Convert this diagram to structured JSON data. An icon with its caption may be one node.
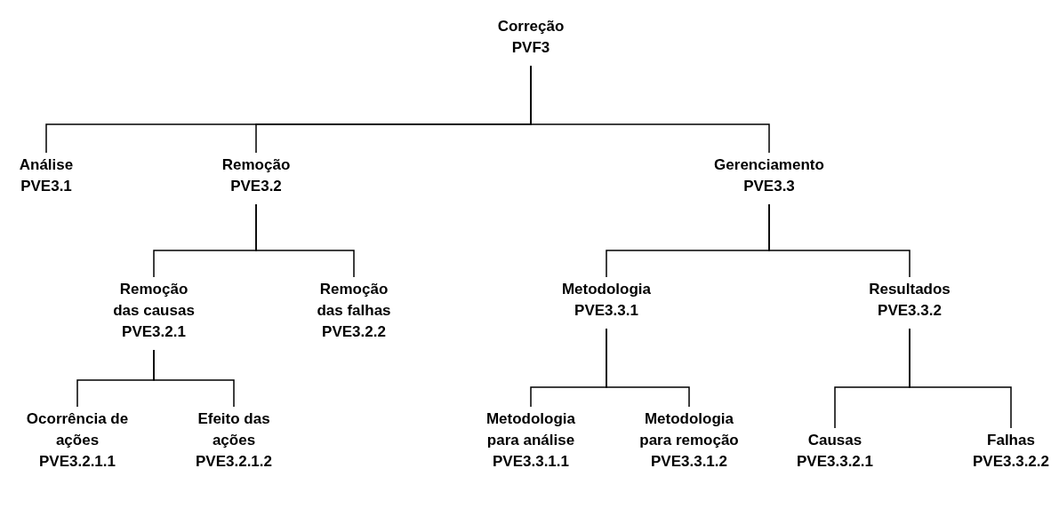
{
  "diagram": {
    "nodes": [
      {
        "text": [
          "Correção",
          "PVF3"
        ]
      },
      {
        "text": [
          "Análise",
          "PVE3.1"
        ]
      },
      {
        "text": [
          "Remoção",
          "PVE3.2"
        ]
      },
      {
        "text": [
          "Gerenciamento",
          "PVE3.3"
        ]
      },
      {
        "text": [
          "Remoção das causas",
          "PVE3.2.1"
        ]
      },
      {
        "text": [
          "Remoção das falhas",
          "PVE3.2.2"
        ]
      },
      {
        "text": [
          "Metodologia",
          "PVE3.3.1"
        ]
      },
      {
        "text": [
          "Resultados",
          "PVE3.3.2"
        ]
      },
      {
        "text": [
          "Ocorrência de ações",
          "PVE3.2.1.1"
        ]
      },
      {
        "text": [
          "Efeito das ações",
          "PVE3.2.1.2"
        ]
      },
      {
        "text": [
          "Metodologia para análise",
          "PVE3.3.1.1"
        ]
      },
      {
        "text": [
          "Metodologia para remoção",
          "PVE3.3.1.2"
        ]
      },
      {
        "text": [
          "Causas",
          "PVE3.3.2.1"
        ]
      },
      {
        "text": [
          "Falhas",
          "PVE3.3.2.2"
        ]
      }
    ],
    "edges": [
      {
        "from": 0,
        "to": 1,
        "arrow": "none"
      },
      {
        "from": 0,
        "to": 2,
        "arrow": "none"
      },
      {
        "from": 0,
        "to": 3,
        "arrow": "none"
      },
      {
        "from": 2,
        "to": 4,
        "arrow": "none"
      },
      {
        "from": 2,
        "to": 5,
        "arrow": "none"
      },
      {
        "from": 3,
        "to": 6,
        "arrow": "none"
      },
      {
        "from": 3,
        "to": 7,
        "arrow": "none"
      },
      {
        "from": 4,
        "to": 8,
        "arrow": "none"
      },
      {
        "from": 4,
        "to": 9,
        "arrow": "none"
      },
      {
        "from": 6,
        "to": 10,
        "arrow": "none"
      },
      {
        "from": 6,
        "to": 11,
        "arrow": "none"
      },
      {
        "from": 7,
        "to": 12,
        "arrow": "none"
      },
      {
        "from": 7,
        "to": 13,
        "arrow": "none"
      }
    ]
  }
}
